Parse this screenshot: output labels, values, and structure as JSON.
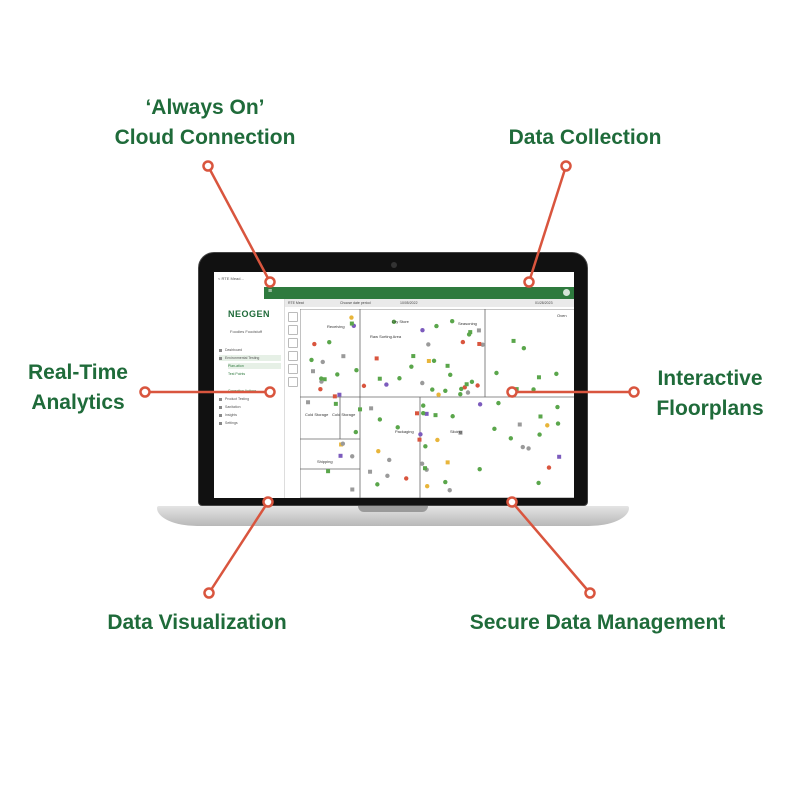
{
  "callouts": {
    "always_on_line1": "‘Always On’",
    "always_on_line2": "Cloud Connection",
    "data_collection": "Data Collection",
    "real_time_line1": "Real-Time",
    "real_time_line2": "Analytics",
    "interactive_line1": "Interactive",
    "interactive_line2": "Floorplans",
    "data_visualization": "Data Visualization",
    "secure_data": "Secure Data Management"
  },
  "colors": {
    "brand_green": "#1f6b3a",
    "line_red": "#d9553e",
    "app_green": "#2e7a3e"
  },
  "app": {
    "breadcrumb": "< RTE Mead...",
    "logo": "NEOGEN",
    "company": "Foodies Foodstuff",
    "nav": [
      "Dashboard",
      "Environmental Testing",
      "Plan-ation",
      "Test Points",
      "Corrective Actions",
      "Product Testing",
      "Sanitation",
      "Insights",
      "Settings"
    ],
    "filter_site": "RTE Meat",
    "filter_period": "Choose date period",
    "filter_date_from": "10/05/2022",
    "filter_date_to": "01/28/2023",
    "rooms": [
      "Receiving",
      "Dry Store",
      "Seasoning",
      "Raw Sorting Area",
      "Cold Storage",
      "Cold Storage",
      "Packaging",
      "Slicing",
      "Shipping",
      "Oven"
    ]
  }
}
